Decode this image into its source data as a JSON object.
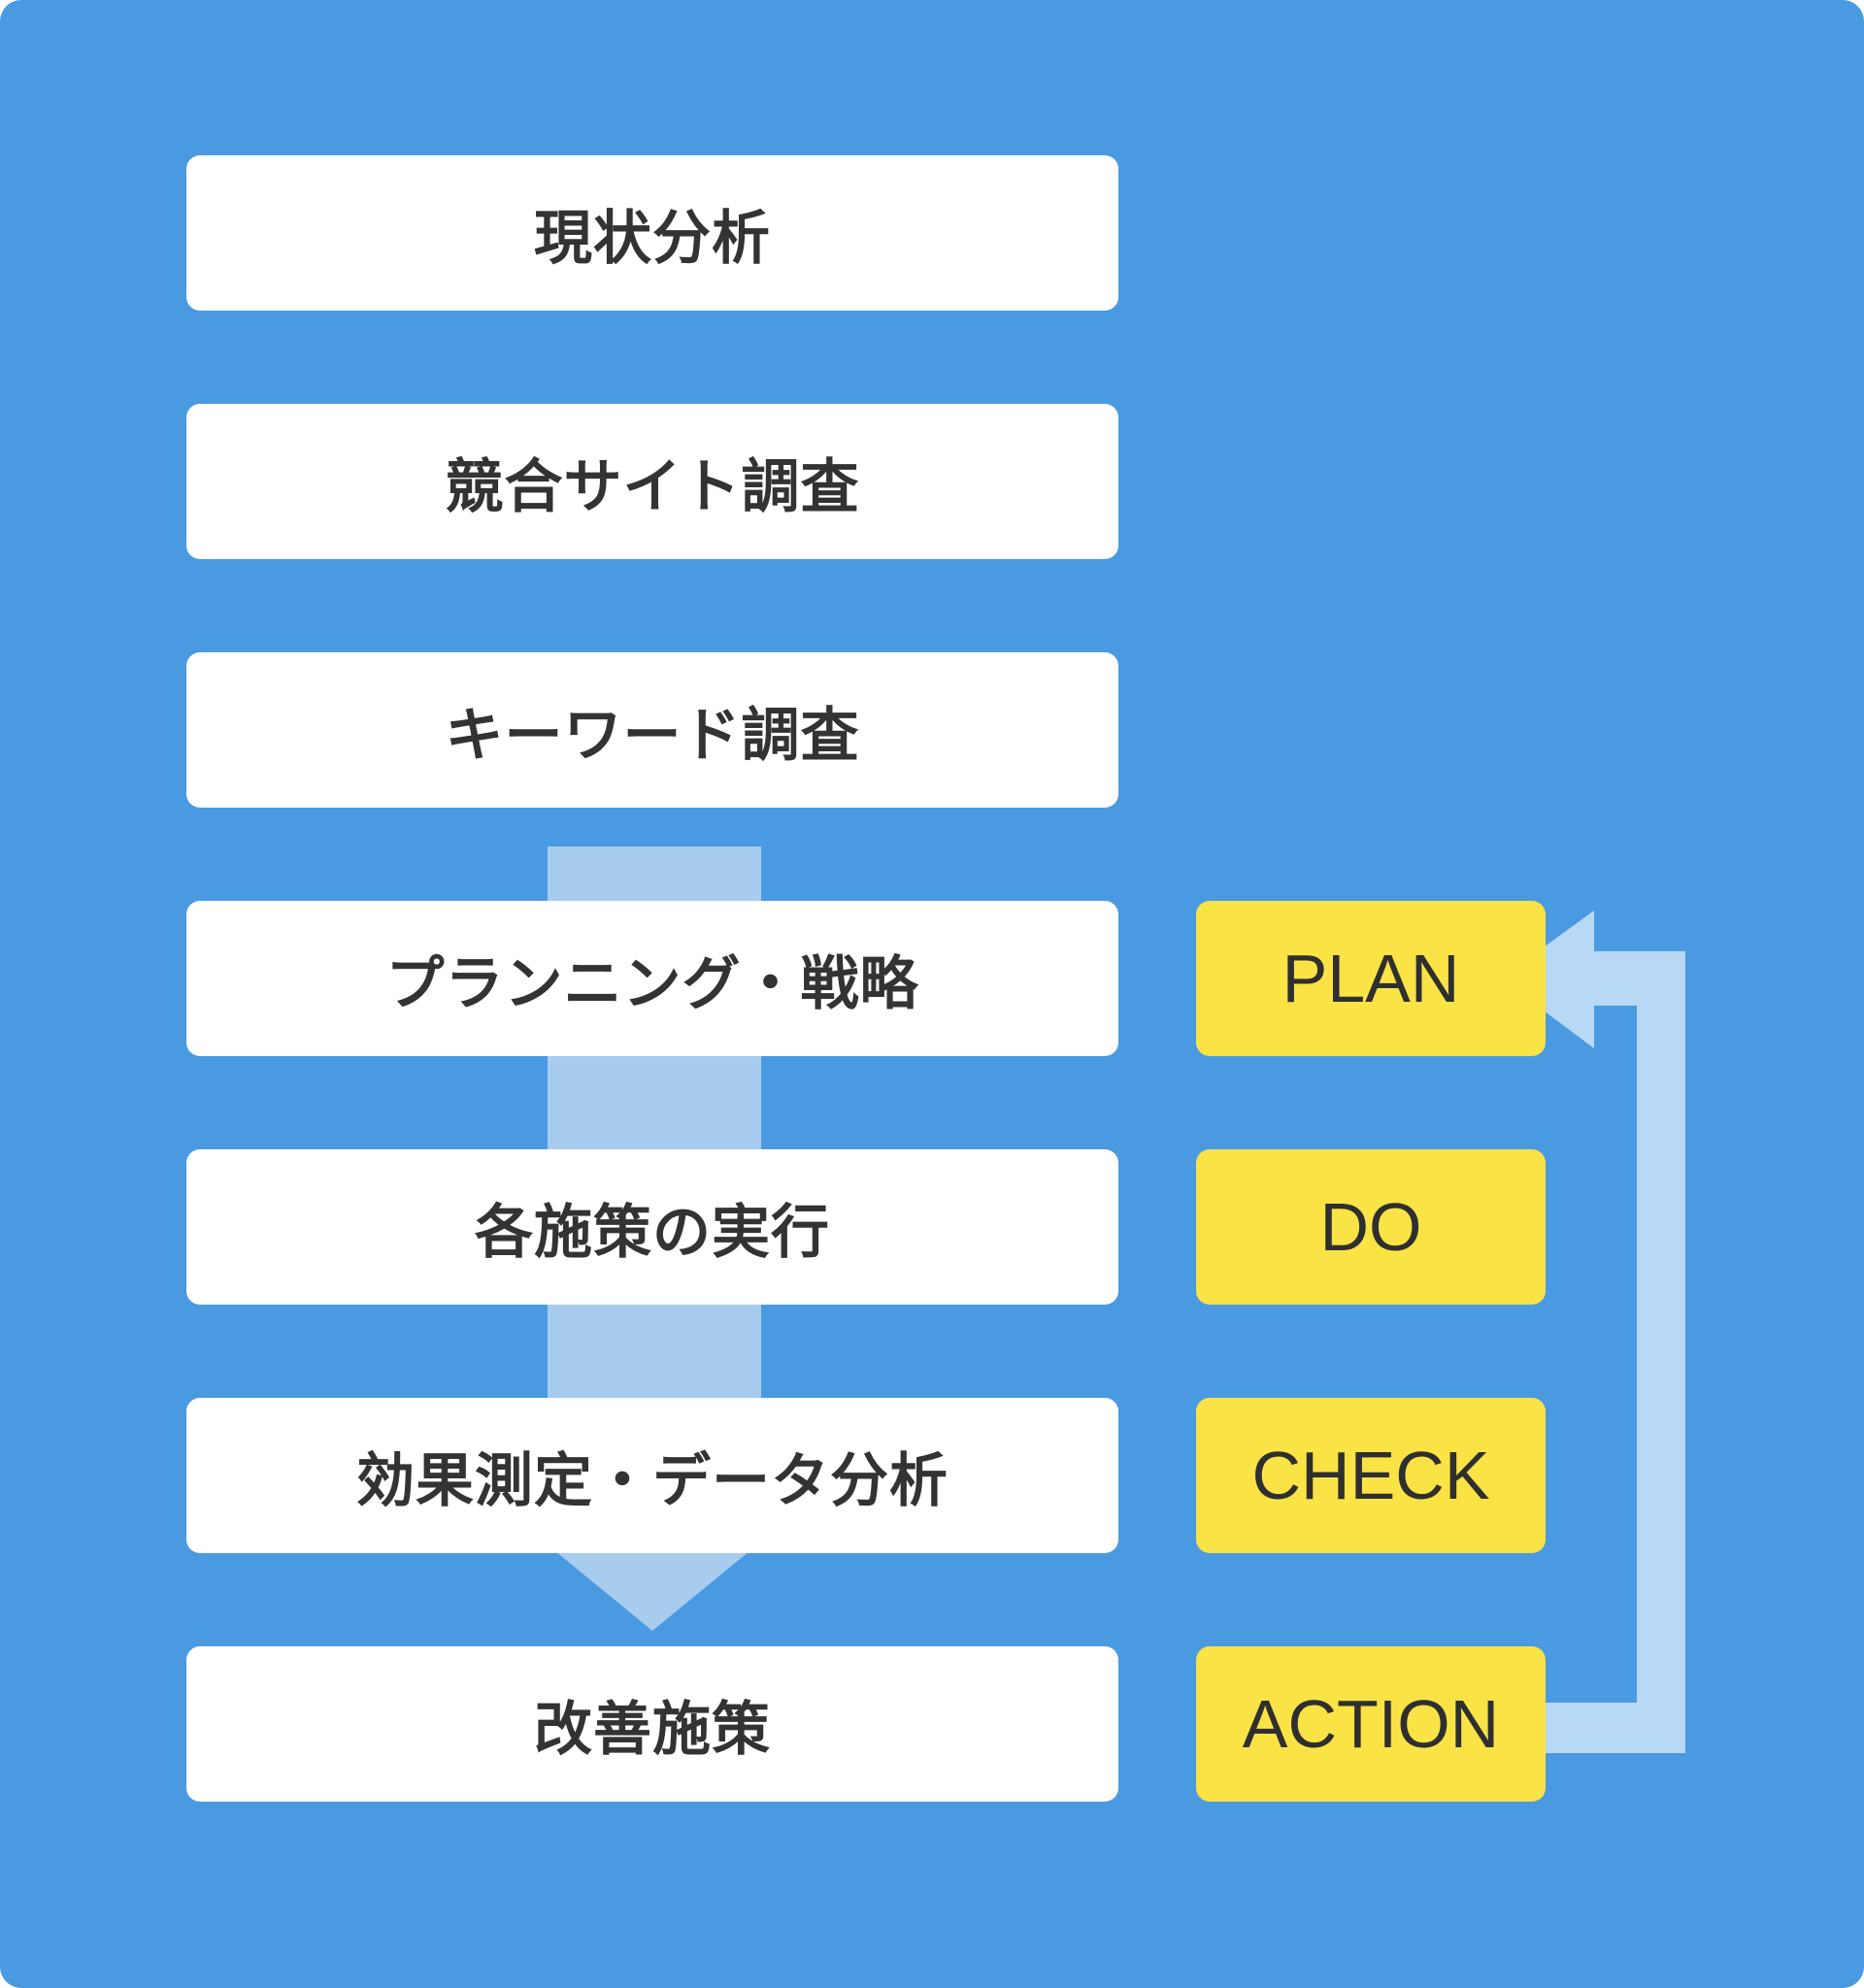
{
  "colors": {
    "background": "#4a9ae2",
    "step_box": "#ffffff",
    "pdca_box": "#fae344",
    "flow_arrow": "#a8ccee",
    "cycle_arrow": "#b8d9f5",
    "text": "#333333"
  },
  "steps": [
    {
      "label": "現状分析"
    },
    {
      "label": "競合サイト調査"
    },
    {
      "label": "キーワード調査"
    },
    {
      "label": "プランニング・戦略"
    },
    {
      "label": "各施策の実行"
    },
    {
      "label": "効果測定・データ分析"
    },
    {
      "label": "改善施策"
    }
  ],
  "pdca": [
    {
      "label": "PLAN"
    },
    {
      "label": "DO"
    },
    {
      "label": "CHECK"
    },
    {
      "label": "ACTION"
    }
  ]
}
